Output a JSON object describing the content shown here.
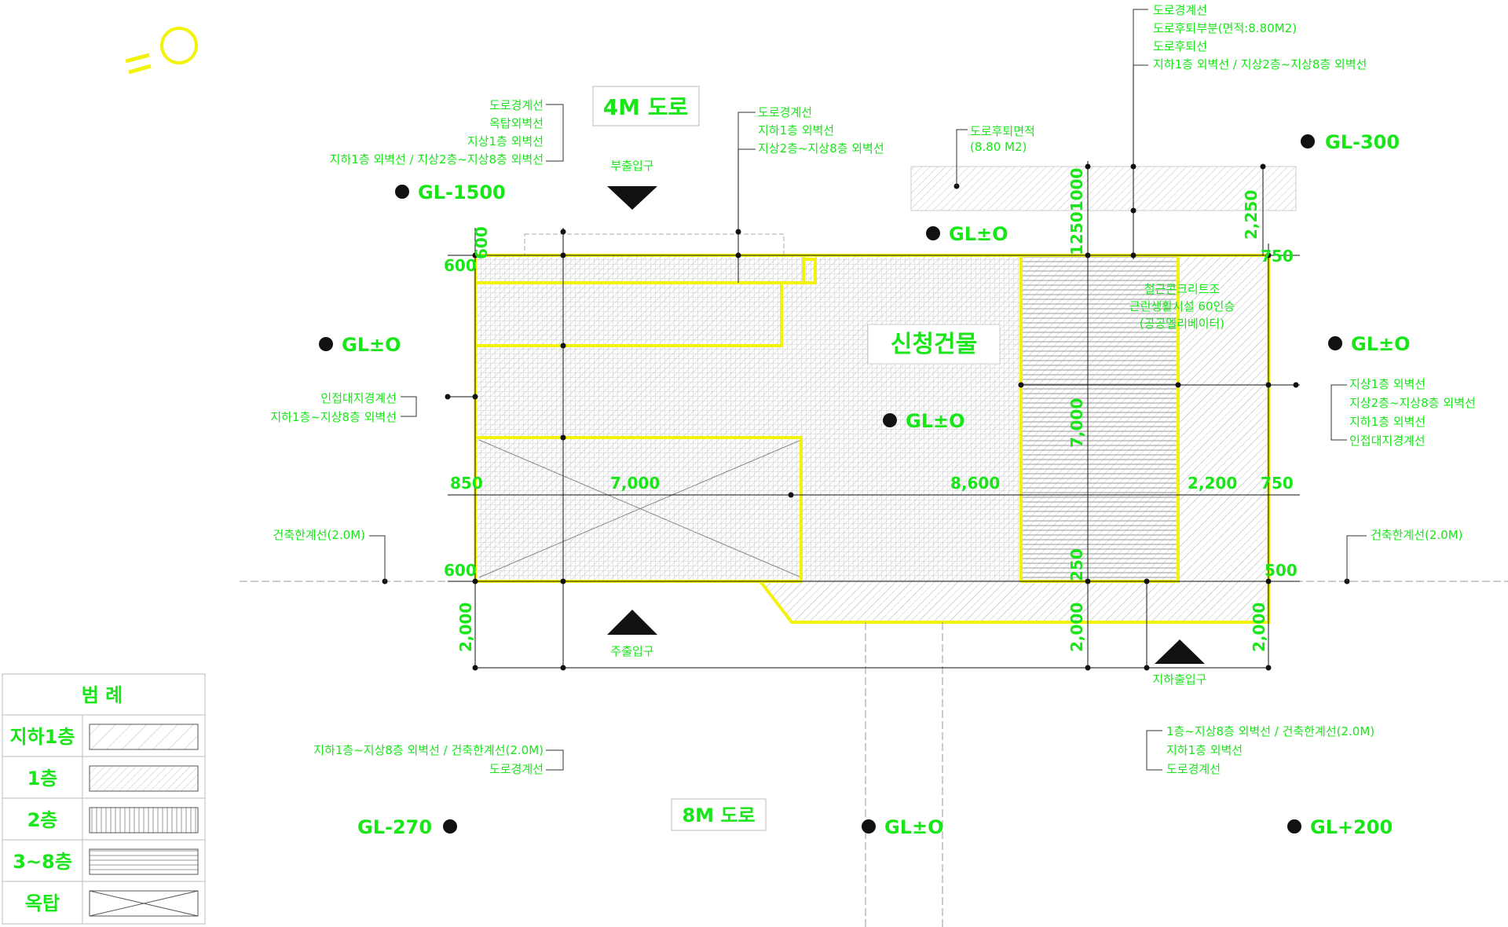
{
  "roads": {
    "top": "4M 도로",
    "bottom": "8M 도로"
  },
  "building_label": "신청건물",
  "entrances": {
    "sub": "부출입구",
    "main": "주출입구",
    "basement": "지하출입구"
  },
  "levels": {
    "gl_1500": "GL-1500",
    "gl_300": "GL-300",
    "gl_0_top": "GL±O",
    "gl_0_left": "GL±O",
    "gl_0_right": "GL±O",
    "gl_0_center": "GL±O",
    "gl_270": "GL-270",
    "gl_0_bottom": "GL±O",
    "gl_200": "GL+200"
  },
  "dims": {
    "d600a": "600",
    "d600b": "600",
    "d600v": "600",
    "d850": "850",
    "d7000h": "7,000",
    "d8600": "8,600",
    "d2200": "2,200",
    "d750a": "750",
    "d750b": "750",
    "d500": "500",
    "d2250": "2,250",
    "d1250_1000": "12501000",
    "d7000v": "7,000",
    "d2000a": "2,000",
    "d2000b": "2,000",
    "d2000c": "2,000",
    "d250": "250"
  },
  "notes": {
    "top_left": [
      "도로경계선",
      "옥탑외벽선",
      "지상1층 외벽선",
      "지하1층 외벽선 / 지상2층~지상8층 외벽선"
    ],
    "top_mid": [
      "도로경계선",
      "지하1층 외벽선",
      "지상2층~지상8층 외벽선"
    ],
    "top_right": [
      "도로경계선",
      "도로후퇴부분(면적:8.80M2)",
      "도로후퇴선",
      "지하1층 외벽선 / 지상2층~지상8층 외벽선"
    ],
    "setback": [
      "도로후퇴면적",
      "(8.80 M2)"
    ],
    "left_mid": [
      "인접대지경계선",
      "지하1층~지상8층 외벽선"
    ],
    "right_mid": [
      "지상1층 외벽선",
      "지상2층~지상8층 외벽선",
      "지하1층 외벽선",
      "인접대지경계선"
    ],
    "left_line": "건축한계선(2.0M)",
    "right_line": "건축한계선(2.0M)",
    "bottom_left": [
      "지하1층~지상8층 외벽선 / 건축한계선(2.0M)",
      "도로경계선"
    ],
    "bottom_right": [
      "1층~지상8층 외벽선 / 건축한계선(2.0M)",
      "지하1층 외벽선",
      "도로경계선"
    ],
    "structure": [
      "철근콘크리트조",
      "근린생활시설 60인승",
      "(공공엘리베이터)"
    ]
  },
  "legend": {
    "title": "범 례",
    "rows": [
      {
        "label": "지하1층",
        "pattern": "hatch-steep"
      },
      {
        "label": "1층",
        "pattern": "hatch-fine"
      },
      {
        "label": "2층",
        "pattern": "vertical-lines"
      },
      {
        "label": "3~8층",
        "pattern": "horizontal-lines"
      },
      {
        "label": "옥탑",
        "pattern": "cross"
      }
    ]
  },
  "colors": {
    "text": "#19e619",
    "outline": "#f2f20a",
    "line": "#111111"
  }
}
